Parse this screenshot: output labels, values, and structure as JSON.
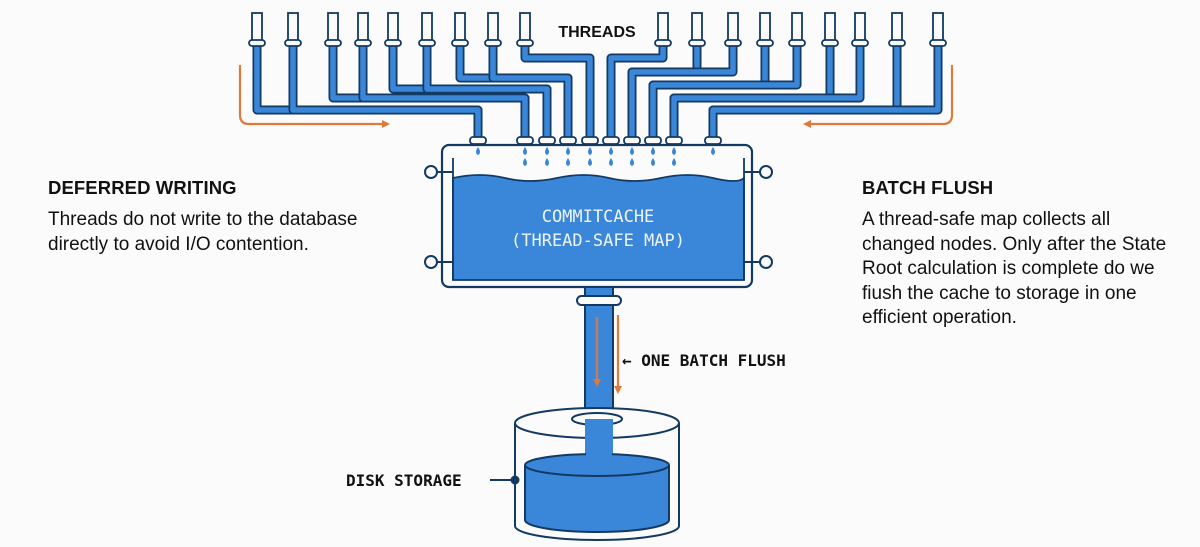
{
  "threads_label": "THREADS",
  "cache": {
    "line1": "COMMITCACHE",
    "line2": "(THREAD-SAFE MAP)"
  },
  "flush_label": "← ONE BATCH FLUSH",
  "disk_label": "DISK STORAGE",
  "left_panel": {
    "title": "DEFERRED WRITING",
    "body": "Threads do not write to the database directly to avoid I/O contention."
  },
  "right_panel": {
    "title": "BATCH FLUSH",
    "body": "A thread-safe map collects all changed nodes. Only after the State Root calculation is complete do we fiush the cache to storage in one efficient operation."
  },
  "colors": {
    "water": "#3a86d8",
    "outline": "#123a63",
    "arrow": "#e07a3a",
    "background": "#fbfbfb"
  }
}
